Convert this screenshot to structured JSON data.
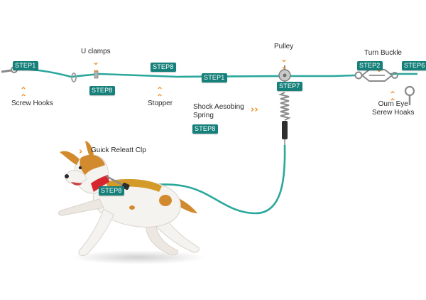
{
  "colors": {
    "cable": "#2aa79b",
    "badge": "#16807a",
    "accent": "#f08c1c",
    "metal": "#9a9a9a",
    "dog_white": "#f5f3ef",
    "dog_patch": "#d28a2e",
    "collar": "#d7262d",
    "harness": "#d49a2a"
  },
  "labels": {
    "u_clamps": "U clamps",
    "pulley": "Pulley",
    "turn_buckle": "Turn Buckle",
    "screw_hooks": "Screw Hooks",
    "stopper": "Stopper",
    "shock_absorbing_spring": "Shock Aesobing\nSpring",
    "quick_release_clip": "Guick Releatt Clp",
    "eye_screw_hooks": "Ourn Eye\nSerew Hoaks"
  },
  "steps": {
    "left_hook": "STEP1",
    "u_clamps": "STEP8",
    "stopper": "STEP8",
    "mid_cable": "STEP1",
    "pulley": "STEP7",
    "turn_buckle": "STEP2",
    "right_eye": "STEP6",
    "spring": "STEP8",
    "dog_clip": "STEP8"
  },
  "icons": {
    "chevron_down": "chevron-down-icon",
    "chevron_up": "chevron-up-icon",
    "chevron_right": "chevron-right-icon"
  }
}
